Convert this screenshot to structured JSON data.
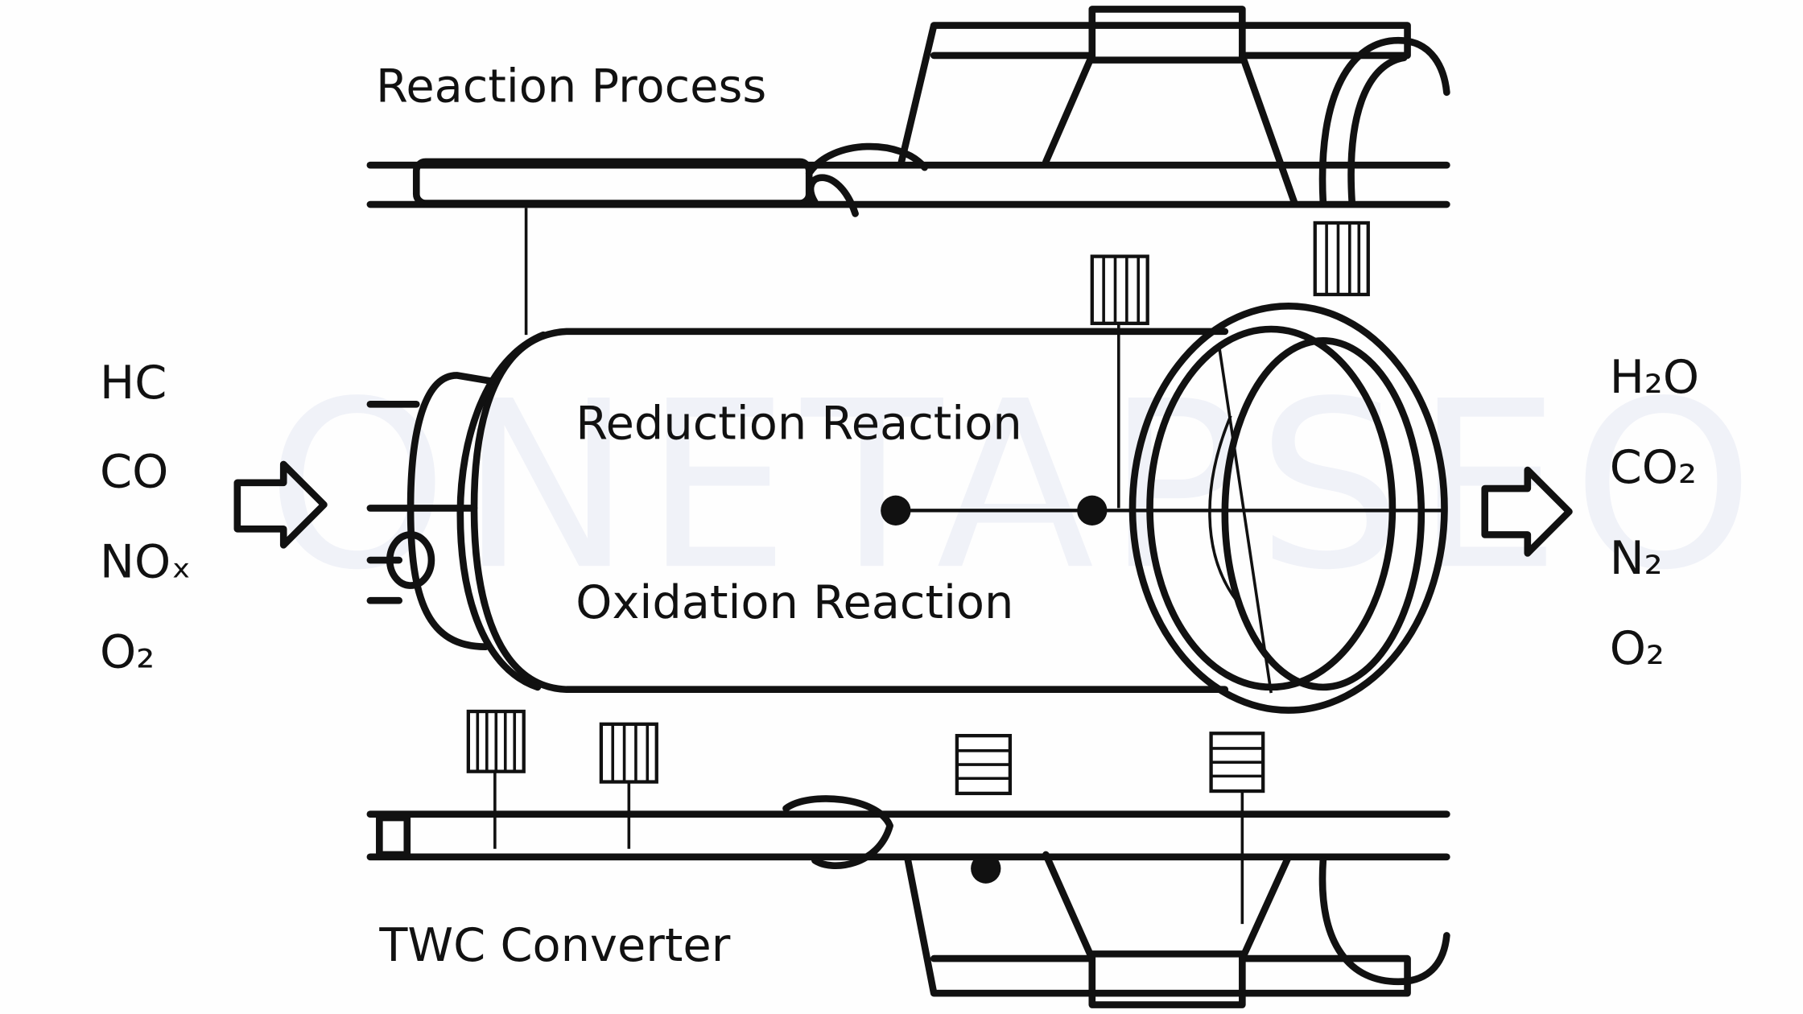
{
  "watermark": "ONETAPSEO",
  "labels": {
    "top": "Reaction Process",
    "reduction": "Reduction Reaction",
    "oxidation": "Oxidation Reaction",
    "bottom": "TWC Converter"
  },
  "inputs": [
    "HC",
    "CO",
    "NOₓ",
    "O₂"
  ],
  "outputs": [
    "H₂O",
    "CO₂",
    "N₂",
    "O₂"
  ],
  "icons": {
    "input_arrow": "right-arrow-outline",
    "output_arrow": "right-arrow-outline"
  }
}
